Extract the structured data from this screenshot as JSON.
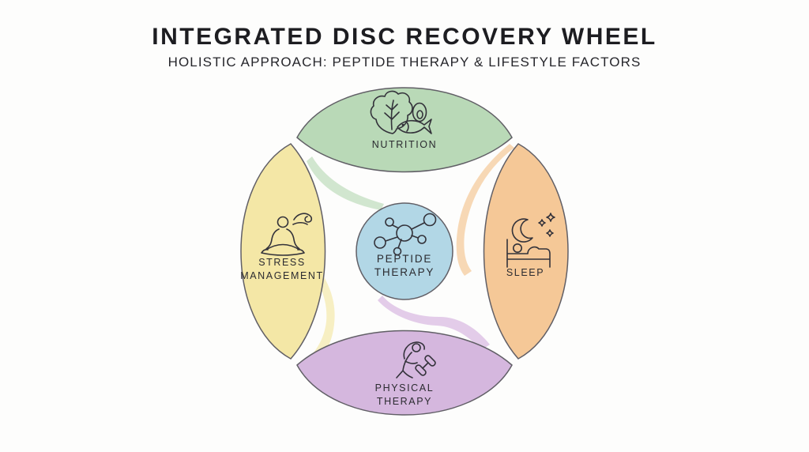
{
  "title": "INTEGRATED DISC RECOVERY WHEEL",
  "subtitle": "HOLISTIC APPROACH: PEPTIDE THERAPY & LIFESTYLE FACTORS",
  "center": {
    "icon": "molecule-icon",
    "label_line1": "PEPTIDE",
    "label_line2": "THERAPY",
    "color": "#b2d7e6"
  },
  "segments": [
    {
      "id": "nutrition",
      "position": "top",
      "label": "NUTRITION",
      "icon": "healthy-food-icon",
      "color": "#b9d9b7"
    },
    {
      "id": "sleep",
      "position": "right",
      "label": "SLEEP",
      "icon": "sleep-icon",
      "color": "#f5c897"
    },
    {
      "id": "physical-therapy",
      "position": "bottom",
      "label_line1": "PHYSICAL",
      "label_line2": "THERAPY",
      "icon": "exercise-icon",
      "color": "#d5b7de"
    },
    {
      "id": "stress-management",
      "position": "left",
      "label_line1": "STRESS",
      "label_line2": "MANAGEMENT",
      "icon": "meditation-icon",
      "color": "#f4e7a6"
    }
  ],
  "styles": {
    "outline": "#615f66",
    "text": "#2b2b30",
    "background": "#fdfdfc",
    "ribbon_green": "#cbe3c8",
    "ribbon_orange": "#f6d3ab",
    "ribbon_purple": "#dfc5e6",
    "ribbon_yellow": "#f6edbb"
  }
}
